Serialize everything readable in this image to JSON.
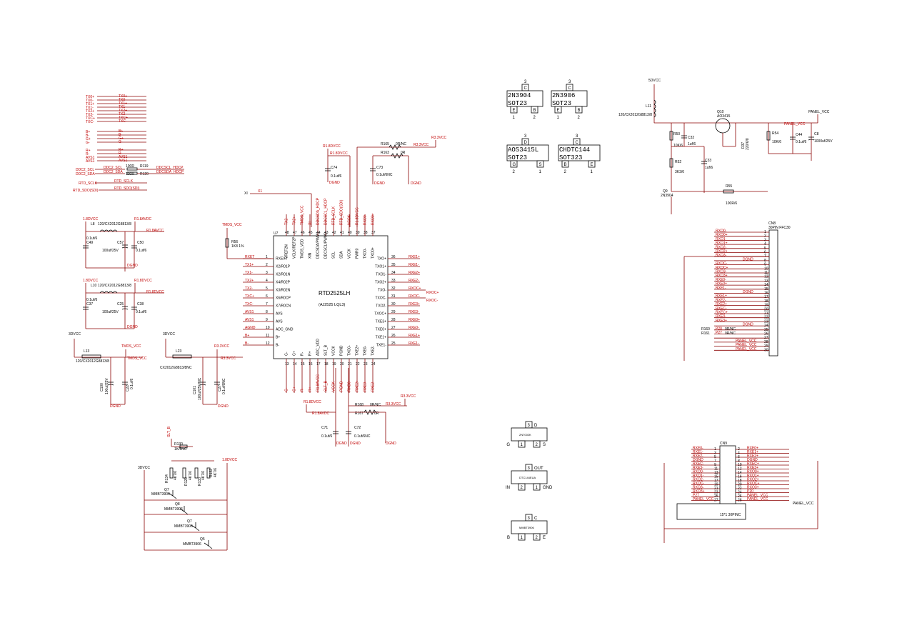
{
  "top_left_nets": {
    "left_labels": [
      "TX0+",
      "TX0-",
      "TX1+",
      "TX1-",
      "TX2+",
      "TX2-",
      "TXC+",
      "TXC-",
      "B+",
      "B-",
      "G+",
      "G-",
      "R+",
      "R-",
      "AVS1",
      "AVS1"
    ],
    "right_labels": [
      "TX0+",
      "TX0-",
      "TX1+",
      "TX1-",
      "TX2+",
      "TX2-",
      "TXC+",
      "TXC-",
      "B+",
      "B-",
      "G+",
      "G-",
      "R+",
      "R-",
      "AVS1",
      "AVS1"
    ],
    "ddc_left": [
      "DDC2_SCL",
      "DDC2_SDA"
    ],
    "ddc_mid": [
      "DDC2_SCL",
      "DDC2_SDA"
    ],
    "ddc_res_r1": "R119",
    "ddc_res_v1": "100R",
    "ddc_res_r2": "R120",
    "ddc_res_v2": "100R",
    "ddc_right": [
      "DDCSCL_HDCP",
      "DDCSDA_HDCP"
    ],
    "rtd_sclk_left": "RTD_SCLK",
    "rtd_sclk_right": "RTD_SCLK",
    "rtd_sdo_left": "RTD_SDO(SDI)",
    "rtd_sdo_right": "RTD_SDO(SDI)"
  },
  "filters": {
    "f1": {
      "top_left": "1.8DVCC",
      "top_right": "R1.8AVDC",
      "ind": "L8",
      "ind_val": "120/CX2012G8813/8",
      "out": "R1.8AVCC",
      "caps": [
        "C49",
        "C57",
        "C50"
      ],
      "cap_vals": [
        "0.1uf/6",
        "100uf/25V",
        "0.1uf/6"
      ],
      "gnd": "DGND"
    },
    "f2": {
      "top_left": "1.8DVCC",
      "top_right": "R1.8DVCC",
      "ind": "L10",
      "ind_val": "120/CX2012G8813/8",
      "out": "R1.8DVCC",
      "caps": [
        "C37",
        "C25",
        "C38"
      ],
      "cap_vals": [
        "0.1uf/6",
        "100uf/25V",
        "0.1uf/6"
      ],
      "gnd": "DGND"
    },
    "f3": {
      "src": "3DVCC",
      "ind": "L13",
      "ind_val": "120/CX2012G8813/8",
      "out": "TMDS_VCC",
      "caps": [
        "C100",
        "C22"
      ],
      "cap_vals": [
        "100uf/25V",
        "0.1uf/6"
      ],
      "gnd": "DGND"
    },
    "f4": {
      "src": "3DVCC",
      "ind": "L23",
      "ind_val": "CX2012G8813/8NC",
      "out": "R3.3VCC",
      "out2": "R3.3VCC",
      "caps": [
        "C101",
        "C27"
      ],
      "cap_vals": [
        "100uf/25V/NC",
        "0.1uf/6NC"
      ],
      "gnd": "DGND"
    }
  },
  "tmds": {
    "label": "TMDS_VCC",
    "res": "R56",
    "res_val": "1K8 1%"
  },
  "ic": {
    "ref": "U7",
    "name": "RTD2525LH",
    "package": "(AJ2525 LQL3)",
    "left_pins": [
      {
        "n": "1",
        "name": "RXEXT",
        "net": "RXET"
      },
      {
        "n": "2",
        "name": "X2/R01P",
        "net": "TX1+"
      },
      {
        "n": "3",
        "name": "X2/R01N",
        "net": "TX1-"
      },
      {
        "n": "4",
        "name": "X4/R02P",
        "net": "TX2+"
      },
      {
        "n": "5",
        "name": "X3/R02N",
        "net": "TX2-"
      },
      {
        "n": "6",
        "name": "X6/R0CP",
        "net": "TXC+"
      },
      {
        "n": "7",
        "name": "X7/R0CN",
        "net": "TXC-"
      },
      {
        "n": "8",
        "name": "AVS",
        "net": "AVS1"
      },
      {
        "n": "9",
        "name": "AVS",
        "net": "AVS1"
      },
      {
        "n": "10",
        "name": "ADC_GND",
        "net": "AGND"
      },
      {
        "n": "11",
        "name": "B+",
        "net": "B+"
      },
      {
        "n": "12",
        "name": "B-",
        "net": "B-"
      }
    ],
    "right_pins": [
      {
        "n": "36",
        "name": "TXO+",
        "net": "RXE1+"
      },
      {
        "n": "35",
        "name": "TXO1+",
        "net": "RXE1-"
      },
      {
        "n": "34",
        "name": "TXO1-",
        "net": "RXE2+"
      },
      {
        "n": "33",
        "name": "TXO2+",
        "net": "RXE2-"
      },
      {
        "n": "32",
        "name": "TXO-",
        "net": "RXOC+"
      },
      {
        "n": "31",
        "name": "TXOC-",
        "net": "RXOC-"
      },
      {
        "n": "30",
        "name": "TXO2-",
        "net": "RXE3+"
      },
      {
        "n": "29",
        "name": "TXOC+",
        "net": "RXE3-"
      },
      {
        "n": "28",
        "name": "TXE3+",
        "net": "RXE0+"
      },
      {
        "n": "27",
        "name": "TXE0+",
        "net": "RXE0-"
      },
      {
        "n": "26",
        "name": "TXE1+",
        "net": "RXE1+"
      },
      {
        "n": "25",
        "name": "TXE1-",
        "net": "RXE1-"
      }
    ],
    "top_pins": [
      "48",
      "47",
      "46",
      "45",
      "44",
      "43",
      "42",
      "41",
      "40",
      "39",
      "38",
      "37"
    ],
    "top_pin_names": [
      "VREF2N",
      "VCLK/REF2P",
      "TMDS_VDD",
      "XIN",
      "DDCSDA/PWM1",
      "DDCSCL/PWM0",
      "SCL",
      "SDA",
      "VCCK",
      "PWR0",
      "TXO0-",
      "TXO0+"
    ],
    "top_nets": [
      "TX2-",
      "TX2+",
      "TMDS_VCC",
      "XI",
      "DDCSDA_HDCP",
      "DDCSCL_HDCP",
      "RTD_SCLK",
      "RTD_SDO(SDI)",
      "VCCK",
      "R1.8DVCC",
      "RXO0-",
      "RXO0+"
    ],
    "bottom_pins": [
      "13",
      "14",
      "15",
      "16",
      "17",
      "18",
      "19",
      "20",
      "21",
      "22",
      "23",
      "24"
    ],
    "bottom_pin_names": [
      "G-",
      "G+",
      "R-",
      "R+",
      "ADC_VDD",
      "SLT_B",
      "VCCK",
      "PGND",
      "TXO0-",
      "TXE2+",
      "TXE0-",
      "TXE2-"
    ],
    "bottom_nets": [
      "G-",
      "G+",
      "R-",
      "R+",
      "R1.8AVCC",
      "SLT_B",
      "VCCK",
      "PGND",
      "RXO0-",
      "RXE2+",
      "RXE0-",
      "RXE2-"
    ]
  },
  "ic_top_extra": {
    "xi": "XI",
    "xi_ref": "X1",
    "r114": "R1.8DVCC",
    "r114b": "R1.8DVCC",
    "c74": "C74",
    "c74_val": "0.1uf/6",
    "c73": "C73",
    "c73_val": "0.1uf/6NC",
    "r165": "R165",
    "r165_val": "0R/NC",
    "r163": "R163",
    "r163_val": "0R",
    "r33": "R3.3VCC",
    "r33b": "R3.3VCC",
    "gnd": "DGND"
  },
  "ic_bottom_extra": {
    "r18": "R1.8DVCC",
    "r18b": "R1.8AVDC",
    "c71": "C71",
    "c71_val": "0.1uf/6",
    "c72": "C72",
    "c72_val": "0.1uf/6NC",
    "r168": "R168",
    "r168_val": "0R/NC",
    "r167": "R167",
    "r167_val": "0R",
    "r33": "R3.3VCC",
    "r33b": "R3.3VCC",
    "gnd": "DGND"
  },
  "bottom_left": {
    "title_net": "SLT_B",
    "r": "R130",
    "r_val": "1K/6NC",
    "src_left": "3DVCC",
    "src_right": "1.8DVCC",
    "res": [
      "R134",
      "R129",
      "R133",
      "R132"
    ],
    "res_vals": [
      "4K7/6",
      "4K7/6",
      "4K7/6",
      "4K7/6"
    ],
    "q": [
      "Q7",
      "Q8",
      "Q7",
      "Q5"
    ],
    "q_vals": [
      "MMBT3906",
      "MMBT3906",
      "MMBT3906",
      "MMBT3906"
    ]
  },
  "packages": [
    {
      "pin3": "3",
      "letter": "C",
      "name": "2N3904",
      "pkg": "SOT23",
      "pins": [
        "E",
        "B"
      ],
      "nums": [
        "1",
        "2"
      ]
    },
    {
      "pin3": "3",
      "letter": "C",
      "name": "2N3906",
      "pkg": "SOT23",
      "pins": [
        "E",
        "B"
      ],
      "nums": [
        "1",
        "2"
      ]
    },
    {
      "pin3": "3",
      "letter": "D",
      "name": "AOS3415L",
      "pkg": "SOT23",
      "pins": [
        "G",
        "S"
      ],
      "nums": [
        "2",
        "1"
      ]
    },
    {
      "pin3": "3",
      "letter": "C",
      "name": "CHDTC144",
      "pkg": "SOT323",
      "pins": [
        "B",
        "E"
      ],
      "nums": [
        "2",
        "1"
      ]
    }
  ],
  "small_packages": [
    {
      "n3": "3",
      "letter": "D",
      "label": "2N7002K",
      "left": "G",
      "right": "S",
      "n1": "1",
      "n2": "2"
    },
    {
      "n3": "3",
      "letter": "OUT",
      "label": "DTC144EUA",
      "left": "IN",
      "right": "GND",
      "n1": "2",
      "n2": "1"
    },
    {
      "n3": "3",
      "letter": "C",
      "label": "MMBT3906",
      "left": "B",
      "right": "E",
      "n1": "1",
      "n2": "2"
    }
  ],
  "panel_power": {
    "src": "5DVCC",
    "ind": "L11",
    "ind_val": "120/CX2012G8813/8",
    "q": "Q10",
    "q_val": "AO3415",
    "r50": "R50",
    "r50_val": "10K/6",
    "c32": "C32",
    "c32_val": "1uf/6",
    "r52": "R52",
    "r52_val": "3K3/6",
    "c33": "C33",
    "c33_val": "1uf/6",
    "q9": "Q9",
    "q9_val": "2N3904",
    "r55": "R55",
    "r55_val": "100R/6",
    "d": "D37",
    "d_val": "220/6/8",
    "r54": "R54",
    "r54_val": "10K/6",
    "c44": "C44",
    "c44_val": "0.1uf/6",
    "c8": "C8",
    "c8_val": "1000uf/25V",
    "out": "PANEL_VCC",
    "out2": "PANEL_VCC"
  },
  "cn8": {
    "ref": "CN8",
    "name": "30PIN FFC30",
    "pins": [
      "1",
      "2",
      "3",
      "4",
      "5",
      "6",
      "7",
      "8",
      "9",
      "10",
      "11",
      "12",
      "13",
      "14",
      "15",
      "16",
      "17",
      "18",
      "19",
      "20",
      "21",
      "22",
      "23",
      "24",
      "25",
      "26",
      "27",
      "28",
      "29",
      "30"
    ],
    "nets": [
      "RXO0-",
      "RXO0+",
      "RXO1-",
      "RXO1+",
      "RXO2-",
      "RXO2+",
      "RXO3-",
      "DGND",
      "RXOC-",
      "RXOC+",
      "RXO3-",
      "RXO3+",
      "RXE0-",
      "RXE0+",
      "RXE1-",
      "DGND",
      "RXE1+",
      "RXE2-",
      "RXE2+",
      "RXEC-",
      "RXEC+",
      "RXE3-",
      "RXE3+",
      "DGND",
      "P20",
      "P27",
      "",
      "PANEL_VCC",
      "PANEL_VCC",
      "PANEL_VCC"
    ],
    "r1": "R160",
    "r1_val": "0R/NC",
    "r2": "R161",
    "r2_val": "0R/NC"
  },
  "cn9": {
    "ref": "CN9",
    "name": "15*1 30PINC",
    "left_nets": [
      "RXE0-",
      "RXE1-",
      "RXE2-",
      "DGND",
      "RXEC-",
      "RXE3-",
      "RXO0-",
      "RXO1-",
      "RXO2-",
      "RXOC-",
      "RXO3-",
      "RXO3+",
      "P27",
      "PANEL_VCC"
    ],
    "right_nets": [
      "RXE0+",
      "RXE1+",
      "RXE2+",
      "DGND",
      "RXEC+",
      "RXE3+",
      "RXO0+",
      "RXO1+",
      "RXO2+",
      "RXOC+",
      "RXO3+",
      "P20",
      "PANEL_VCC",
      "PANEL_VCC"
    ],
    "left_nums": [
      "1",
      "3",
      "5",
      "7",
      "9",
      "11",
      "13",
      "15",
      "17",
      "19",
      "21",
      "23",
      "25",
      "27"
    ],
    "right_nums": [
      "2",
      "4",
      "6",
      "8",
      "10",
      "12",
      "14",
      "16",
      "18",
      "20",
      "22",
      "24",
      "26",
      "28"
    ],
    "out": "PANEL_VCC"
  }
}
